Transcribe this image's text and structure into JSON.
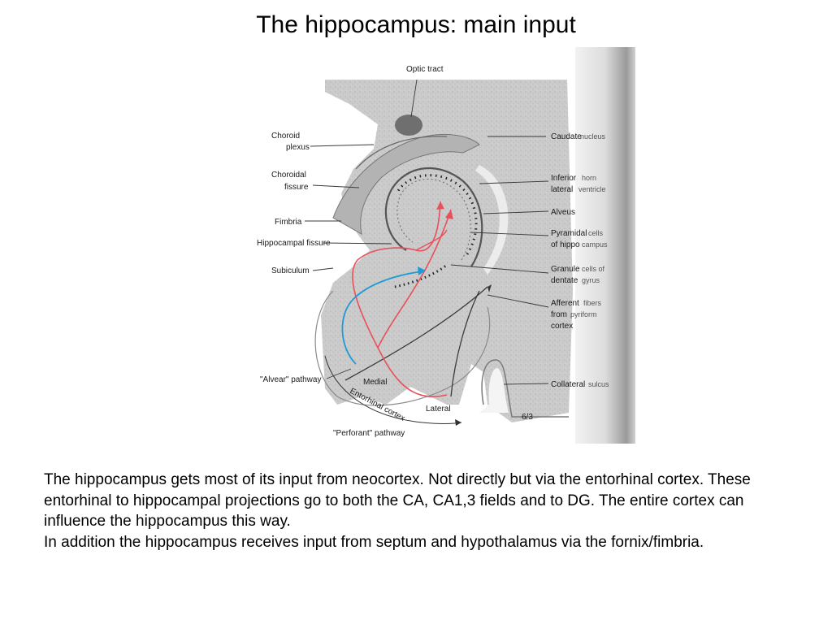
{
  "slide": {
    "title": "The hippocampus: main input"
  },
  "figure": {
    "labels_left": {
      "choroid_plexus_1": "Choroid",
      "choroid_plexus_2": "plexus",
      "choroidal_fissure_1": "Choroidal",
      "choroidal_fissure_2": "fissure",
      "fimbria": "Fimbria",
      "hippocampal_fissure": "Hippocampal fissure",
      "subiculum": "Subiculum",
      "alvear_pathway": "\"Alvear\" pathway",
      "perforant_pathway": "\"Perforant\" pathway"
    },
    "labels_top": {
      "optic_tract": "Optic tract"
    },
    "labels_right": {
      "caudate": "Caudate",
      "caudate_sub": "nucleus",
      "inferior_horn_1": "Inferior",
      "inferior_horn_1_sub": "horn",
      "inferior_horn_2": "lateral",
      "inferior_horn_2_sub": "ventricle",
      "alveus": "Alveus",
      "pyramidal_1": "Pyramidal",
      "pyramidal_1_sub": "cells",
      "pyramidal_2": "of hippo",
      "pyramidal_2_sub": "campus",
      "granule_1": "Granule",
      "granule_1_sub": "cells of",
      "granule_2": "dentate",
      "granule_2_sub": "gyrus",
      "afferent_1": "Afferent",
      "afferent_1_sub": "fibers",
      "afferent_2": "from",
      "afferent_2_sub": "pyriform",
      "afferent_3": "cortex",
      "collateral": "Collateral",
      "collateral_sub": "sulcus"
    },
    "labels_bottom": {
      "medial": "Medial",
      "lateral": "Lateral",
      "entorhinal_cortex": "Entorhinal cortex",
      "corner_mark": "6/3"
    },
    "colors": {
      "tissue": "#c9c9c9",
      "tissue_dark": "#a8a8a8",
      "red_pathway": "#e8505b",
      "blue_pathway": "#1e9ad6",
      "leader_lines": "#3a3a3a"
    }
  },
  "body": {
    "paragraph_1": "The hippocampus gets most of its input from neocortex. Not directly but via the entorhinal cortex. These entorhinal to hippocampal projections go to both the CA, CA1,3 fields and to DG. The entire cortex can influence the hippocampus this way.",
    "paragraph_2": "In addition the hippocampus receives input from septum and hypothalamus via the fornix/fimbria."
  }
}
